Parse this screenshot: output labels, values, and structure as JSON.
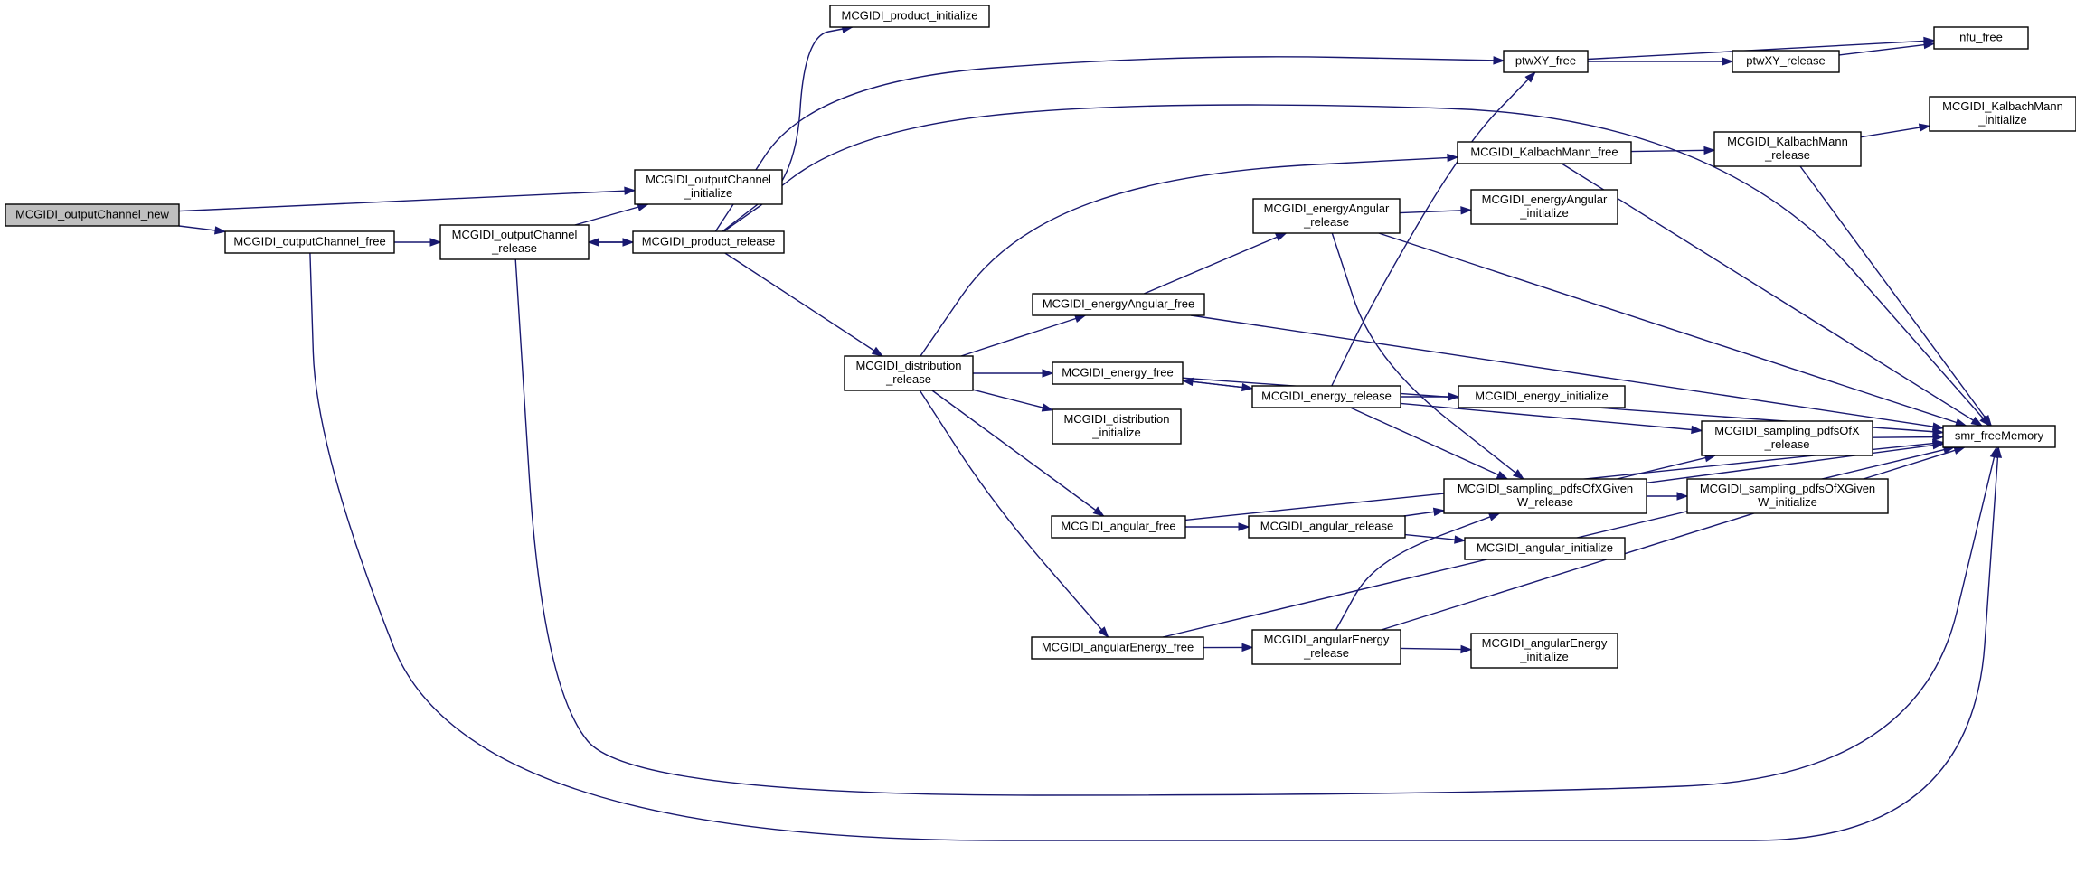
{
  "graph": {
    "nodes": [
      {
        "id": "root",
        "lines": [
          "MCGIDI_outputChannel_new"
        ],
        "root": true
      },
      {
        "id": "ocinit",
        "lines": [
          "MCGIDI_outputChannel",
          "_initialize"
        ]
      },
      {
        "id": "ocfree",
        "lines": [
          "MCGIDI_outputChannel_free"
        ]
      },
      {
        "id": "ocrel",
        "lines": [
          "MCGIDI_outputChannel",
          "_release"
        ]
      },
      {
        "id": "prodinit",
        "lines": [
          "MCGIDI_product_initialize"
        ]
      },
      {
        "id": "prodrel",
        "lines": [
          "MCGIDI_product_release"
        ]
      },
      {
        "id": "distrel",
        "lines": [
          "MCGIDI_distribution",
          "_release"
        ]
      },
      {
        "id": "distinit",
        "lines": [
          "MCGIDI_distribution",
          "_initialize"
        ]
      },
      {
        "id": "eafree",
        "lines": [
          "MCGIDI_energyAngular_free"
        ]
      },
      {
        "id": "efree",
        "lines": [
          "MCGIDI_energy_free"
        ]
      },
      {
        "id": "afree",
        "lines": [
          "MCGIDI_angular_free"
        ]
      },
      {
        "id": "aefree",
        "lines": [
          "MCGIDI_angularEnergy_free"
        ]
      },
      {
        "id": "earel",
        "lines": [
          "MCGIDI_energyAngular",
          "_release"
        ]
      },
      {
        "id": "erel",
        "lines": [
          "MCGIDI_energy_release"
        ]
      },
      {
        "id": "arel",
        "lines": [
          "MCGIDI_angular_release"
        ]
      },
      {
        "id": "aerel",
        "lines": [
          "MCGIDI_angularEnergy",
          "_release"
        ]
      },
      {
        "id": "ptwfree",
        "lines": [
          "ptwXY_free"
        ]
      },
      {
        "id": "ptwrel",
        "lines": [
          "ptwXY_release"
        ]
      },
      {
        "id": "nfu",
        "lines": [
          "nfu_free"
        ]
      },
      {
        "id": "kmfree",
        "lines": [
          "MCGIDI_KalbachMann_free"
        ]
      },
      {
        "id": "kmrel",
        "lines": [
          "MCGIDI_KalbachMann",
          "_release"
        ]
      },
      {
        "id": "kminit",
        "lines": [
          "MCGIDI_KalbachMann",
          "_initialize"
        ]
      },
      {
        "id": "eainit",
        "lines": [
          "MCGIDI_energyAngular",
          "_initialize"
        ]
      },
      {
        "id": "einit",
        "lines": [
          "MCGIDI_energy_initialize"
        ]
      },
      {
        "id": "spxrel",
        "lines": [
          "MCGIDI_sampling_pdfsOfX",
          "_release"
        ]
      },
      {
        "id": "spxgrel",
        "lines": [
          "MCGIDI_sampling_pdfsOfXGiven",
          "W_release"
        ]
      },
      {
        "id": "spxginit",
        "lines": [
          "MCGIDI_sampling_pdfsOfXGiven",
          "W_initialize"
        ]
      },
      {
        "id": "ainit",
        "lines": [
          "MCGIDI_angular_initialize"
        ]
      },
      {
        "id": "aeinit",
        "lines": [
          "MCGIDI_angularEnergy",
          "_initialize"
        ]
      },
      {
        "id": "smr",
        "lines": [
          "smr_freeMemory"
        ]
      }
    ],
    "edges": [
      [
        "root",
        "ocinit"
      ],
      [
        "root",
        "ocfree"
      ],
      [
        "ocfree",
        "ocrel"
      ],
      [
        "ocfree",
        "smr"
      ],
      [
        "ocrel",
        "ocinit"
      ],
      [
        "ocrel",
        "prodrel"
      ],
      [
        "ocrel",
        "smr"
      ],
      [
        "prodrel",
        "ocrel"
      ],
      [
        "prodrel",
        "prodinit"
      ],
      [
        "prodrel",
        "ptwfree"
      ],
      [
        "prodrel",
        "smr"
      ],
      [
        "prodrel",
        "distrel"
      ],
      [
        "distrel",
        "kmfree"
      ],
      [
        "distrel",
        "eafree"
      ],
      [
        "distrel",
        "efree"
      ],
      [
        "distrel",
        "distinit"
      ],
      [
        "distrel",
        "afree"
      ],
      [
        "distrel",
        "aefree"
      ],
      [
        "eafree",
        "earel"
      ],
      [
        "eafree",
        "smr"
      ],
      [
        "earel",
        "eainit"
      ],
      [
        "earel",
        "smr"
      ],
      [
        "earel",
        "spxgrel"
      ],
      [
        "efree",
        "erel"
      ],
      [
        "efree",
        "smr"
      ],
      [
        "erel",
        "efree"
      ],
      [
        "erel",
        "ptwfree"
      ],
      [
        "erel",
        "einit"
      ],
      [
        "erel",
        "spxrel"
      ],
      [
        "erel",
        "spxgrel"
      ],
      [
        "afree",
        "arel"
      ],
      [
        "afree",
        "smr"
      ],
      [
        "arel",
        "spxgrel"
      ],
      [
        "arel",
        "ainit"
      ],
      [
        "aefree",
        "aerel"
      ],
      [
        "aefree",
        "smr"
      ],
      [
        "aerel",
        "spxgrel"
      ],
      [
        "aerel",
        "aeinit"
      ],
      [
        "aerel",
        "smr"
      ],
      [
        "ptwfree",
        "nfu"
      ],
      [
        "ptwfree",
        "ptwrel"
      ],
      [
        "ptwrel",
        "nfu"
      ],
      [
        "kmfree",
        "kmrel"
      ],
      [
        "kmfree",
        "smr"
      ],
      [
        "kmrel",
        "kminit"
      ],
      [
        "kmrel",
        "smr"
      ],
      [
        "spxrel",
        "smr"
      ],
      [
        "spxgrel",
        "spxrel"
      ],
      [
        "spxgrel",
        "spxginit"
      ],
      [
        "spxgrel",
        "smr"
      ]
    ]
  }
}
